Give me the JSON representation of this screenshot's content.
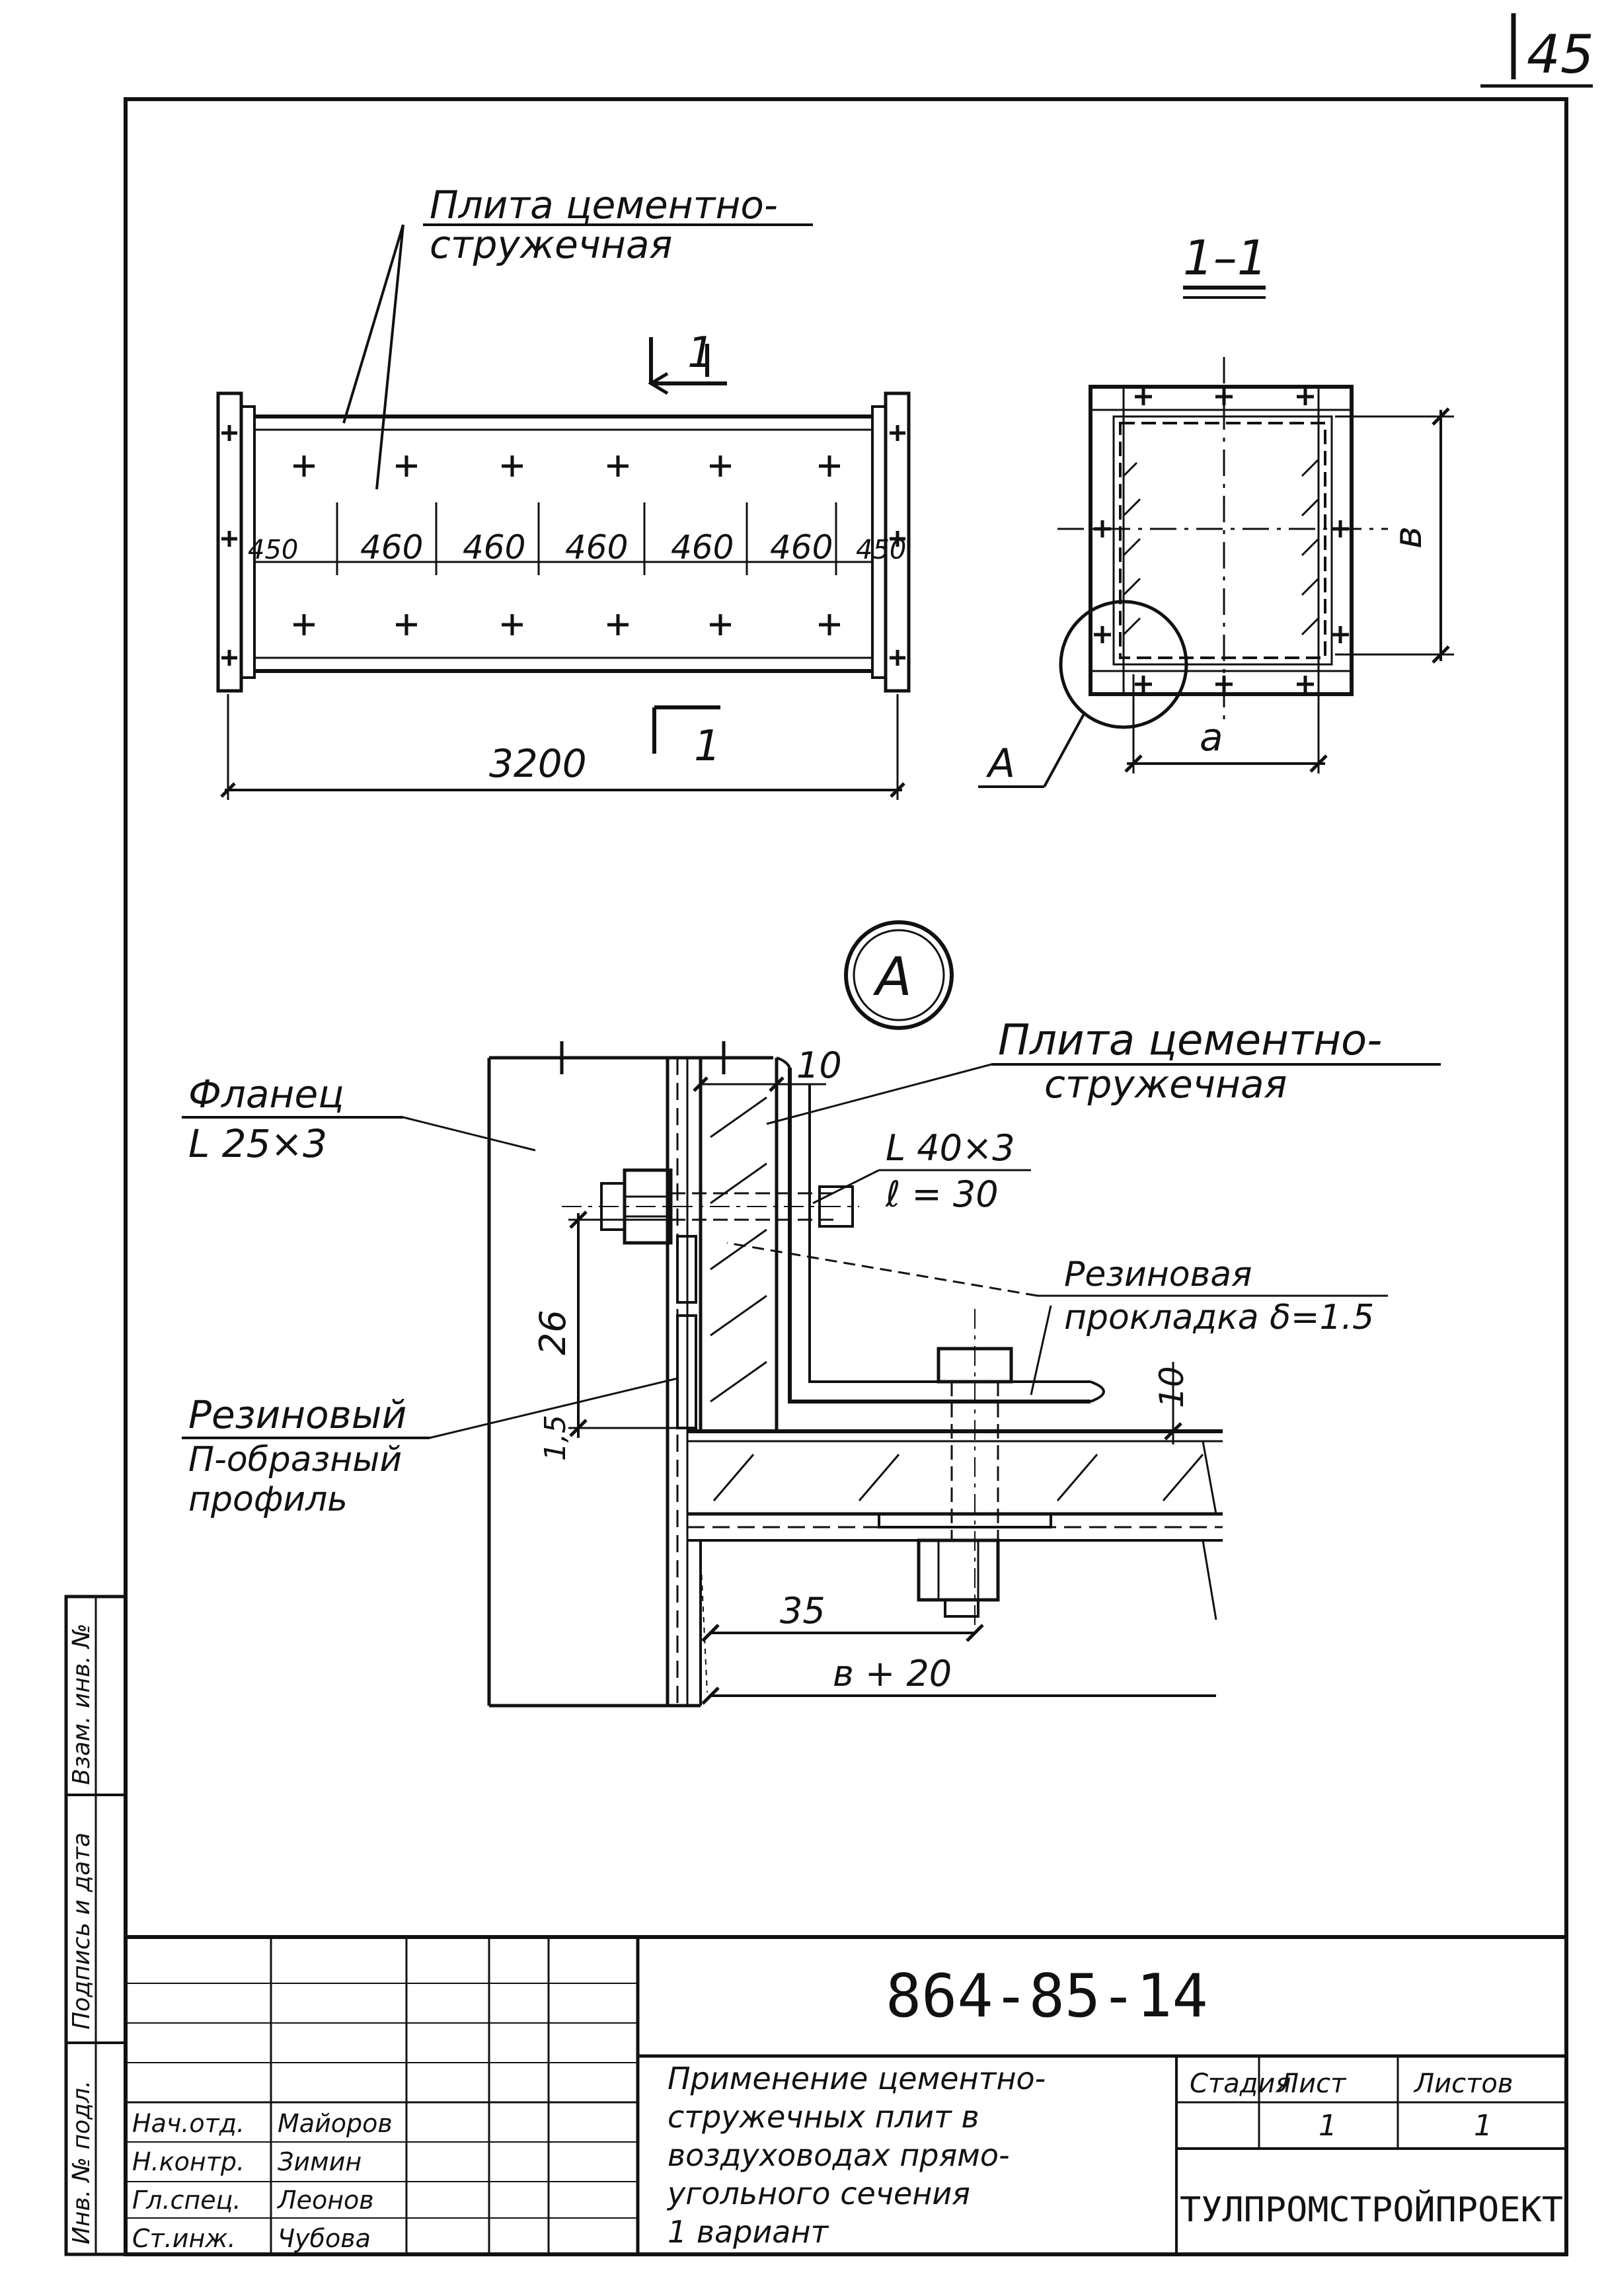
{
  "page_number": "45",
  "top_view": {
    "label": "Плита цементно-\nстружечная",
    "label_line1": "Плита цементно-",
    "label_line2": "стружечная",
    "section_mark": "1",
    "spacings": [
      "450",
      "460",
      "460",
      "460",
      "460",
      "460",
      "450"
    ],
    "overall_length": "3200"
  },
  "section_view": {
    "title": "1–1",
    "dim_a": "a",
    "dim_b": "в",
    "detail_callout": "А"
  },
  "detail_view": {
    "title": "А",
    "flange_label": "Фланец",
    "flange_profile": "L 25×3",
    "plate_label_line1": "Плита цементно-",
    "plate_label_line2": "стружечная",
    "dim_10_top": "10",
    "angle_profile": "L 40×3",
    "angle_length": "ℓ = 30",
    "gasket_label_line1": "Резиновая",
    "gasket_label_line2": "прокладка δ=1.5",
    "dim_26": "26",
    "dim_1_5": "1,5",
    "dim_10_right": "10",
    "profile_label_line1": "Резиновый",
    "profile_label_line2": "П-образный",
    "profile_label_line3": "профиль",
    "dim_35": "35",
    "dim_b20": "в + 20"
  },
  "side_stamp": {
    "col1": "Взам. инв. №",
    "col2": "Подпись и дата",
    "col3": "Инв. № подл."
  },
  "title_block": {
    "doc_number": "864-85-14",
    "description_lines": [
      "Применение цементно-",
      "стружечных плит в",
      "воздуховодах прямо-",
      "угольного сечения",
      "1 вариант"
    ],
    "col_stage": "Стадия",
    "col_sheet": "Лист",
    "col_sheets": "Листов",
    "sheet_value": "1",
    "sheets_value": "1",
    "organization": "ТУЛПРОМСТРОЙПРОЕКТ",
    "staff_rows": [
      {
        "role": "Нач.отд.",
        "name": "Майоров"
      },
      {
        "role": "Н.контр.",
        "name": "Зимин"
      },
      {
        "role": "Гл.спец.",
        "name": "Леонов"
      },
      {
        "role": "Ст.инж.",
        "name": "Чубова"
      }
    ]
  }
}
